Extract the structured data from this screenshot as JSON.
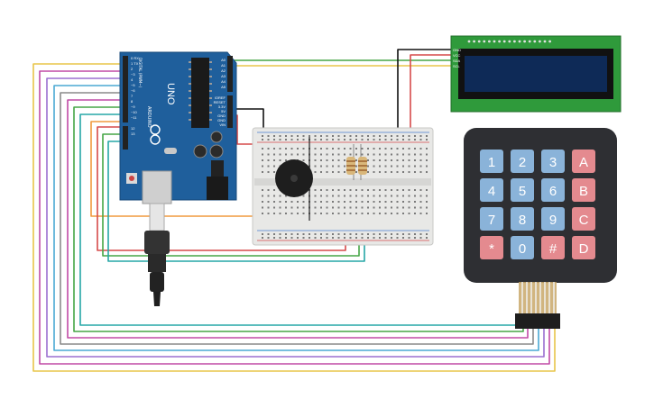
{
  "arduino": {
    "model": "UNO",
    "brand": "ARDUINO",
    "digital_label": "DIGITAL (PWM~)",
    "header_pins": [
      "0 RX",
      "1 TX",
      "2",
      "~3",
      "4",
      "~5",
      "~6",
      "7",
      "8",
      "~9",
      "~10",
      "~11",
      "12",
      "13"
    ],
    "analog_pins": [
      "A0",
      "A1",
      "A2",
      "A3",
      "A4",
      "A5"
    ],
    "power_pins": [
      "IOREF",
      "RESET",
      "3.3V",
      "5V",
      "GND",
      "GND",
      "VIN"
    ]
  },
  "lcd": {
    "pins": [
      "GND",
      "VCC",
      "SDA",
      "SCL"
    ]
  },
  "keypad": {
    "keys": [
      "1",
      "2",
      "3",
      "A",
      "4",
      "5",
      "6",
      "B",
      "7",
      "8",
      "9",
      "C",
      "*",
      "0",
      "#",
      "D"
    ],
    "colors": {
      "number": "#8ab3d9",
      "letter": "#e48a8f",
      "body": "#2e2f33"
    }
  },
  "colors": {
    "board": "#1f5f9c",
    "lcd_pcb": "#2f9a3b",
    "lcd_screen": "#0e2a57",
    "breadboard": "#e8e8e6",
    "wires": [
      "#e8c54a",
      "#c14aa6",
      "#9b6fd0",
      "#4aa9d4",
      "#8a8a8a",
      "#46a646",
      "#d64a4a",
      "#26a7a7",
      "#f09a3e",
      "#111111"
    ]
  }
}
